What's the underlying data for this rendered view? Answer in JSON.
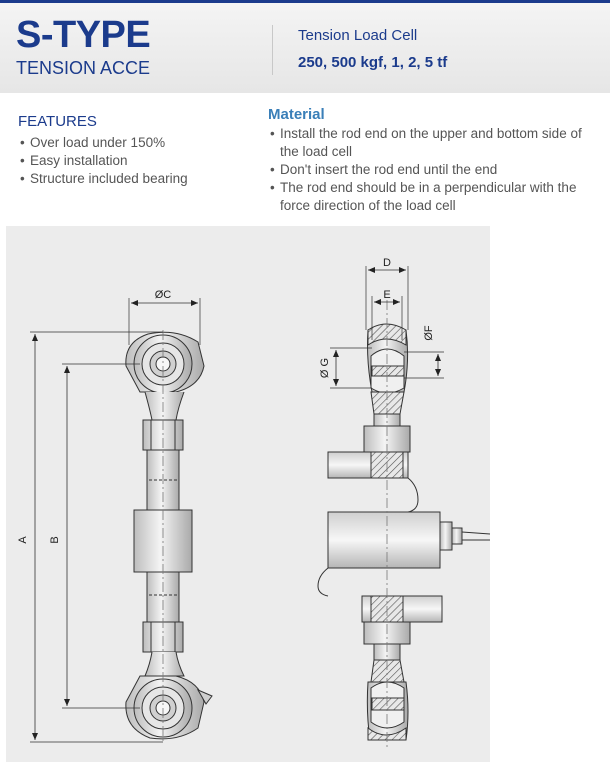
{
  "header": {
    "title": "S-TYPE",
    "subtitle": "TENSION ACCE",
    "product_type": "Tension Load Cell",
    "capacities": "250, 500 kgf, 1, 2, 5 tf"
  },
  "features": {
    "title": "FEATURES",
    "items": [
      "Over load under 150%",
      "Easy installation",
      "Structure included bearing"
    ]
  },
  "material": {
    "title": "Material",
    "items": [
      "Install the rod end on the upper and bottom side of the load cell",
      "Don't insert the rod end until the end",
      "The rod end should be in a perpendicular with the force direction of the load cell"
    ]
  },
  "drawing": {
    "labels": {
      "A": "A",
      "B": "B",
      "C": "ØC",
      "D": "D",
      "E": "E",
      "F": "ØF",
      "G": "Ø G"
    }
  },
  "colors": {
    "brand_blue": "#1b3b8c",
    "material_blue": "#3a7fb8"
  }
}
